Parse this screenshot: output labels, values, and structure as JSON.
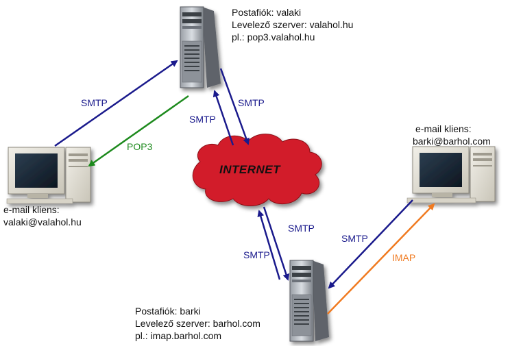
{
  "server_top": {
    "mailbox": "Postafiók: valaki",
    "mail_server": "Levelező szerver: valahol.hu",
    "example": "pl.: pop3.valahol.hu"
  },
  "server_bottom": {
    "mailbox": "Postafiók: barki",
    "mail_server": "Levelező szerver: barhol.com",
    "example": "pl.: imap.barhol.com"
  },
  "client_left": {
    "title": "e-mail kliens:",
    "address": "valaki@valahol.hu"
  },
  "client_right": {
    "title": "e-mail kliens:",
    "address": "barki@barhol.com"
  },
  "cloud": {
    "label": "INTERNET"
  },
  "protocols": {
    "smtp_left_up": "SMTP",
    "pop3": "POP3",
    "smtp_top_up": "SMTP",
    "smtp_top_down": "SMTP",
    "smtp_bottom_down": "SMTP",
    "smtp_bottom_up": "SMTP",
    "smtp_right": "SMTP",
    "imap": "IMAP"
  },
  "colors": {
    "smtp": "#1a1a8c",
    "pop3": "#1d8a1d",
    "imap": "#f07a20",
    "cloud": "#d21f2b"
  }
}
